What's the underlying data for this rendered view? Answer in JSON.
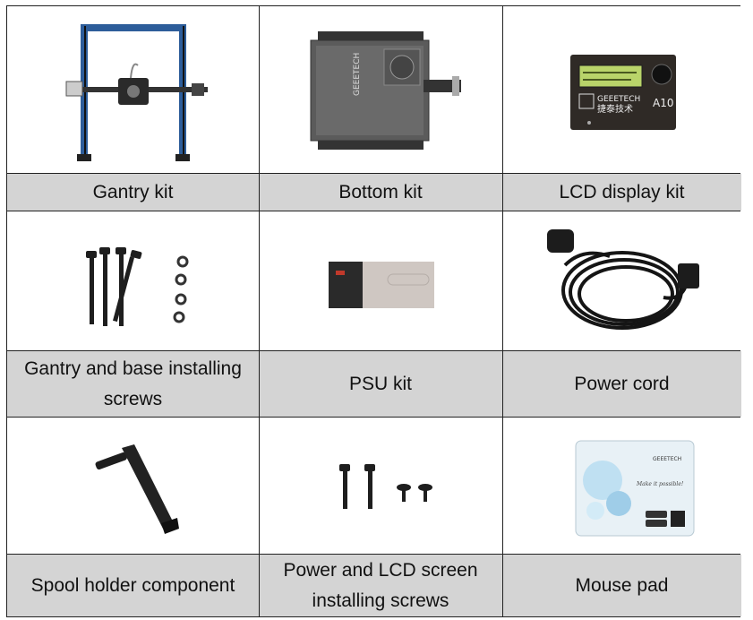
{
  "table": {
    "rows": [
      {
        "labels": [
          "Gantry kit",
          "Bottom kit",
          "LCD display kit"
        ]
      },
      {
        "labels": [
          "Gantry and base installing screws",
          "PSU kit",
          "Power cord"
        ]
      },
      {
        "labels": [
          "Spool holder component",
          "Power and LCD screen installing screws",
          "Mouse pad"
        ]
      }
    ]
  },
  "product_text": {
    "brand": "GEEETECH",
    "brand_cn": "捷泰技术",
    "model": "A10",
    "mousepad_slogan": "Make it possible!"
  },
  "colors": {
    "label_bg": "#d4d4d4",
    "border": "#222222",
    "frame_blue": "#2d5d9a",
    "dark_metal": "#2b2b2b",
    "lcd_green": "#b9d46a",
    "mousepad_blue": "#bfe0f2"
  }
}
